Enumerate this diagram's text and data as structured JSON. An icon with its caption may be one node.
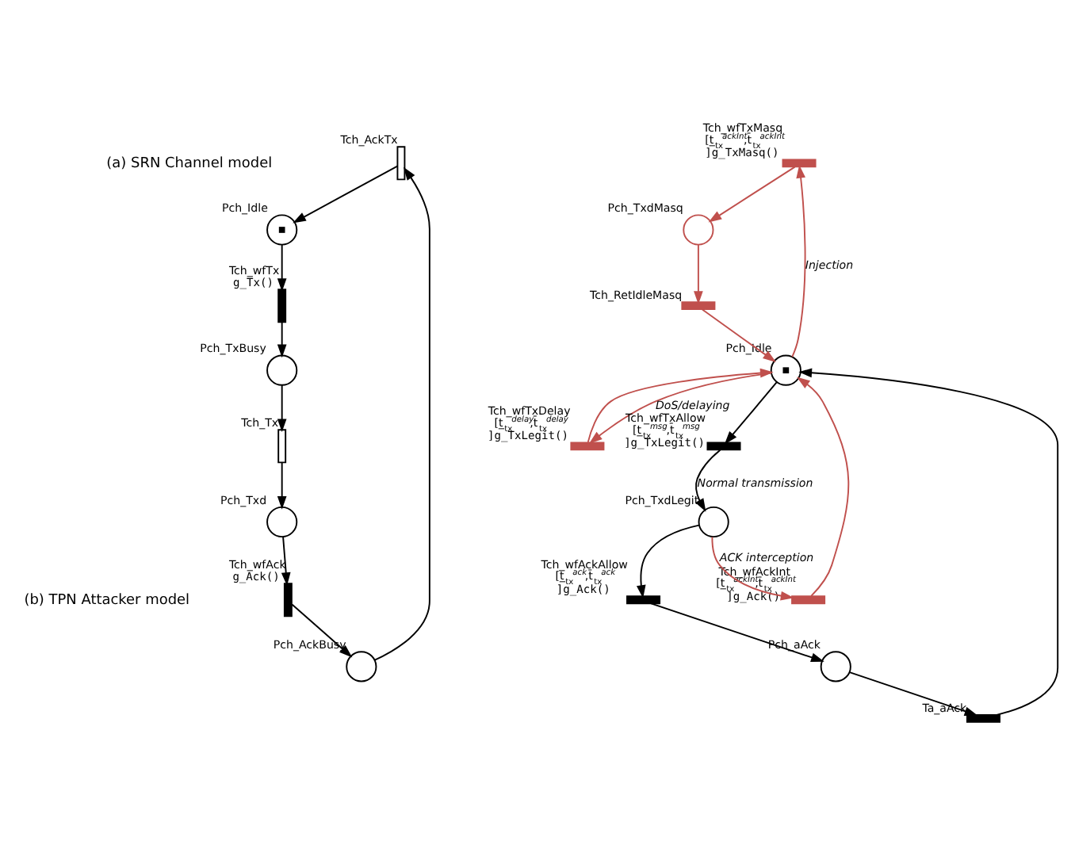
{
  "diagram": {
    "nodes": [
      {
        "text": [],
        "shape": "bar",
        "beside": [
          "Tch_AckTx"
        ]
      },
      {
        "text": [],
        "shape": "circle",
        "beside": [
          "Pch_AckBusy"
        ]
      },
      {
        "text": [],
        "shape": "bar",
        "beside": [
          "Tch_wfAck",
          "g_Ack()"
        ]
      },
      {
        "text": [],
        "shape": "circle",
        "beside": [
          "Pch_Idle"
        ]
      },
      {
        "text": [],
        "shape": "circle",
        "beside": [
          "Pch_Txd"
        ]
      },
      {
        "text": [],
        "shape": "bar",
        "beside": [
          "Tch_wfTx",
          "g_Tx()"
        ]
      },
      {
        "text": [],
        "shape": "circle",
        "beside": [
          "Pch_TxBusy"
        ]
      },
      {
        "text": [],
        "shape": "bar",
        "beside": [
          "Tch_Tx"
        ]
      },
      {
        "text": [],
        "shape": "bar",
        "beside": [
          "Tch_wfTxMasq",
          "[t̲$_{tx}$$^{ackInt}$,t̄$_{tx}$$^{ackInt}$]",
          "g_TxMasq()"
        ]
      },
      {
        "text": [],
        "shape": "bar",
        "beside": [
          "Tch_wfTxDelay",
          "[t̲$_{tx}$$^{delay}$,t̄$_{tx}$$^{delay}$]",
          "g_TxLegit()"
        ]
      },
      {
        "text": [],
        "shape": "circle",
        "beside": [
          "Pch_Idle"
        ]
      },
      {
        "text": [],
        "shape": "circle",
        "beside": [
          "Pch_TxdMasq"
        ]
      },
      {
        "text": [],
        "shape": "bar",
        "beside": [
          "Tch_RetIdleMasq"
        ]
      },
      {
        "text": [],
        "shape": "bar",
        "beside": [
          "Ta_aAck"
        ]
      },
      {
        "text": [],
        "shape": "bar",
        "beside": [
          "Tch_wfTxAllow",
          "[t̲$_{tx}$$^{msg}$,t̄$_{tx}$$^{msg}$]",
          "g_TxLegit()"
        ]
      },
      {
        "text": [],
        "shape": "circle",
        "beside": [
          "Pch_aAck"
        ]
      },
      {
        "text": [],
        "shape": "bar",
        "beside": [
          "Tch_wfAckInt",
          "[t̲$_{tx}$$^{ackInt}$,t̄$_{tx}$$^{ackInt}$]",
          "g_Ack()"
        ]
      },
      {
        "text": [],
        "shape": "bar",
        "beside": [
          "Tch_wfAckAllow",
          "[t̲$_{tx}$$^{ack}$,t̄$_{tx}$$^{ack}$]",
          "g_Ack()"
        ]
      },
      {
        "text": [],
        "shape": "circle",
        "beside": [
          "Pch_TxdLegit"
        ]
      }
    ],
    "edges": [
      {
        "from": 4,
        "to": 2,
        "arrow": "to"
      },
      {
        "from": 2,
        "to": 1,
        "arrow": "to"
      },
      {
        "from": 1,
        "to": 0,
        "arrow": "to"
      },
      {
        "from": 0,
        "to": 3,
        "arrow": "to"
      },
      {
        "from": 3,
        "to": 5,
        "arrow": "to"
      },
      {
        "from": 5,
        "to": 6,
        "arrow": "to"
      },
      {
        "from": 6,
        "to": 7,
        "arrow": "to"
      },
      {
        "from": 7,
        "to": 4,
        "arrow": "to"
      },
      {
        "from": 10,
        "to": 9,
        "arrow": "to",
        "color": "#c0504d",
        "label": "DoS/delaying"
      },
      {
        "from": 9,
        "to": 10,
        "arrow": "to",
        "color": "#c0504d"
      },
      {
        "from": 10,
        "to": 8,
        "arrow": "to",
        "color": "#c0504d",
        "label": "Injection"
      },
      {
        "from": 8,
        "to": 11,
        "arrow": "to",
        "color": "#c0504d"
      },
      {
        "from": 11,
        "to": 12,
        "arrow": "to",
        "color": "#c0504d"
      },
      {
        "from": 12,
        "to": 10,
        "arrow": "to",
        "color": "#c0504d"
      },
      {
        "from": 16,
        "to": 10,
        "arrow": "to",
        "color": "#c0504d"
      },
      {
        "from": 18,
        "to": 16,
        "arrow": "to",
        "color": "#c0504d",
        "label": "ACK interception"
      },
      {
        "from": 10,
        "to": 14,
        "arrow": "to"
      },
      {
        "from": 14,
        "to": 18,
        "arrow": "to",
        "label": "Normal transmission"
      },
      {
        "from": 18,
        "to": 17,
        "arrow": "to"
      },
      {
        "from": 17,
        "to": 15,
        "arrow": "to"
      },
      {
        "from": 15,
        "to": 13,
        "arrow": "to"
      },
      {
        "from": 13,
        "to": 10,
        "arrow": "to"
      }
    ],
    "labels": [
      "(a) SRN Channel model",
      "(b) TPN Attacker model"
    ]
  }
}
